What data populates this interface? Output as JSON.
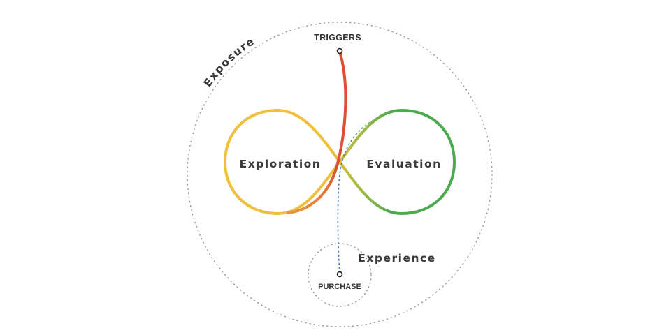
{
  "diagram": {
    "nodes": {
      "triggers": "TRIGGERS",
      "purchase": "PURCHASE"
    },
    "regions": {
      "exposure": "Exposure",
      "exploration": "Exploration",
      "evaluation": "Evaluation",
      "experience": "Experience"
    },
    "colors": {
      "exploration_loop": "#f0bf3c",
      "evaluation_loop": "#4caa4f",
      "trigger_path": "#dc4f36",
      "purchase_path": "#4a7fb8",
      "dotted_outline": "#9a9a9a",
      "text": "#3a3a3a"
    }
  }
}
